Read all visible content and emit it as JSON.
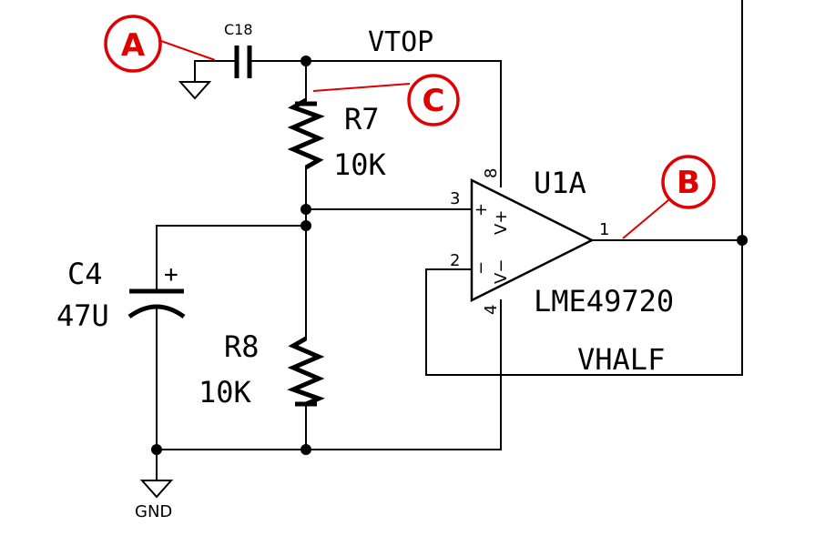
{
  "nets": {
    "top": "VTOP",
    "half": "VHALF",
    "gnd": "GND"
  },
  "components": {
    "c18": {
      "ref": "C18"
    },
    "r7": {
      "ref": "R7",
      "value": "10K"
    },
    "r8": {
      "ref": "R8",
      "value": "10K"
    },
    "c4": {
      "ref": "C4",
      "value": "47U",
      "polarity": "+"
    },
    "u1a": {
      "ref": "U1A",
      "part": "LME49720",
      "pins": {
        "p1": "1",
        "p2": "2",
        "p3": "3",
        "p4": "4",
        "p8": "8"
      },
      "pin_names": {
        "vpos": "V+",
        "vneg": "V−",
        "in_plus": "+",
        "in_minus": "−"
      }
    }
  },
  "markers": {
    "a": "A",
    "b": "B",
    "c": "C"
  },
  "colors": {
    "marker": "#e00000",
    "wire": "#000000"
  }
}
